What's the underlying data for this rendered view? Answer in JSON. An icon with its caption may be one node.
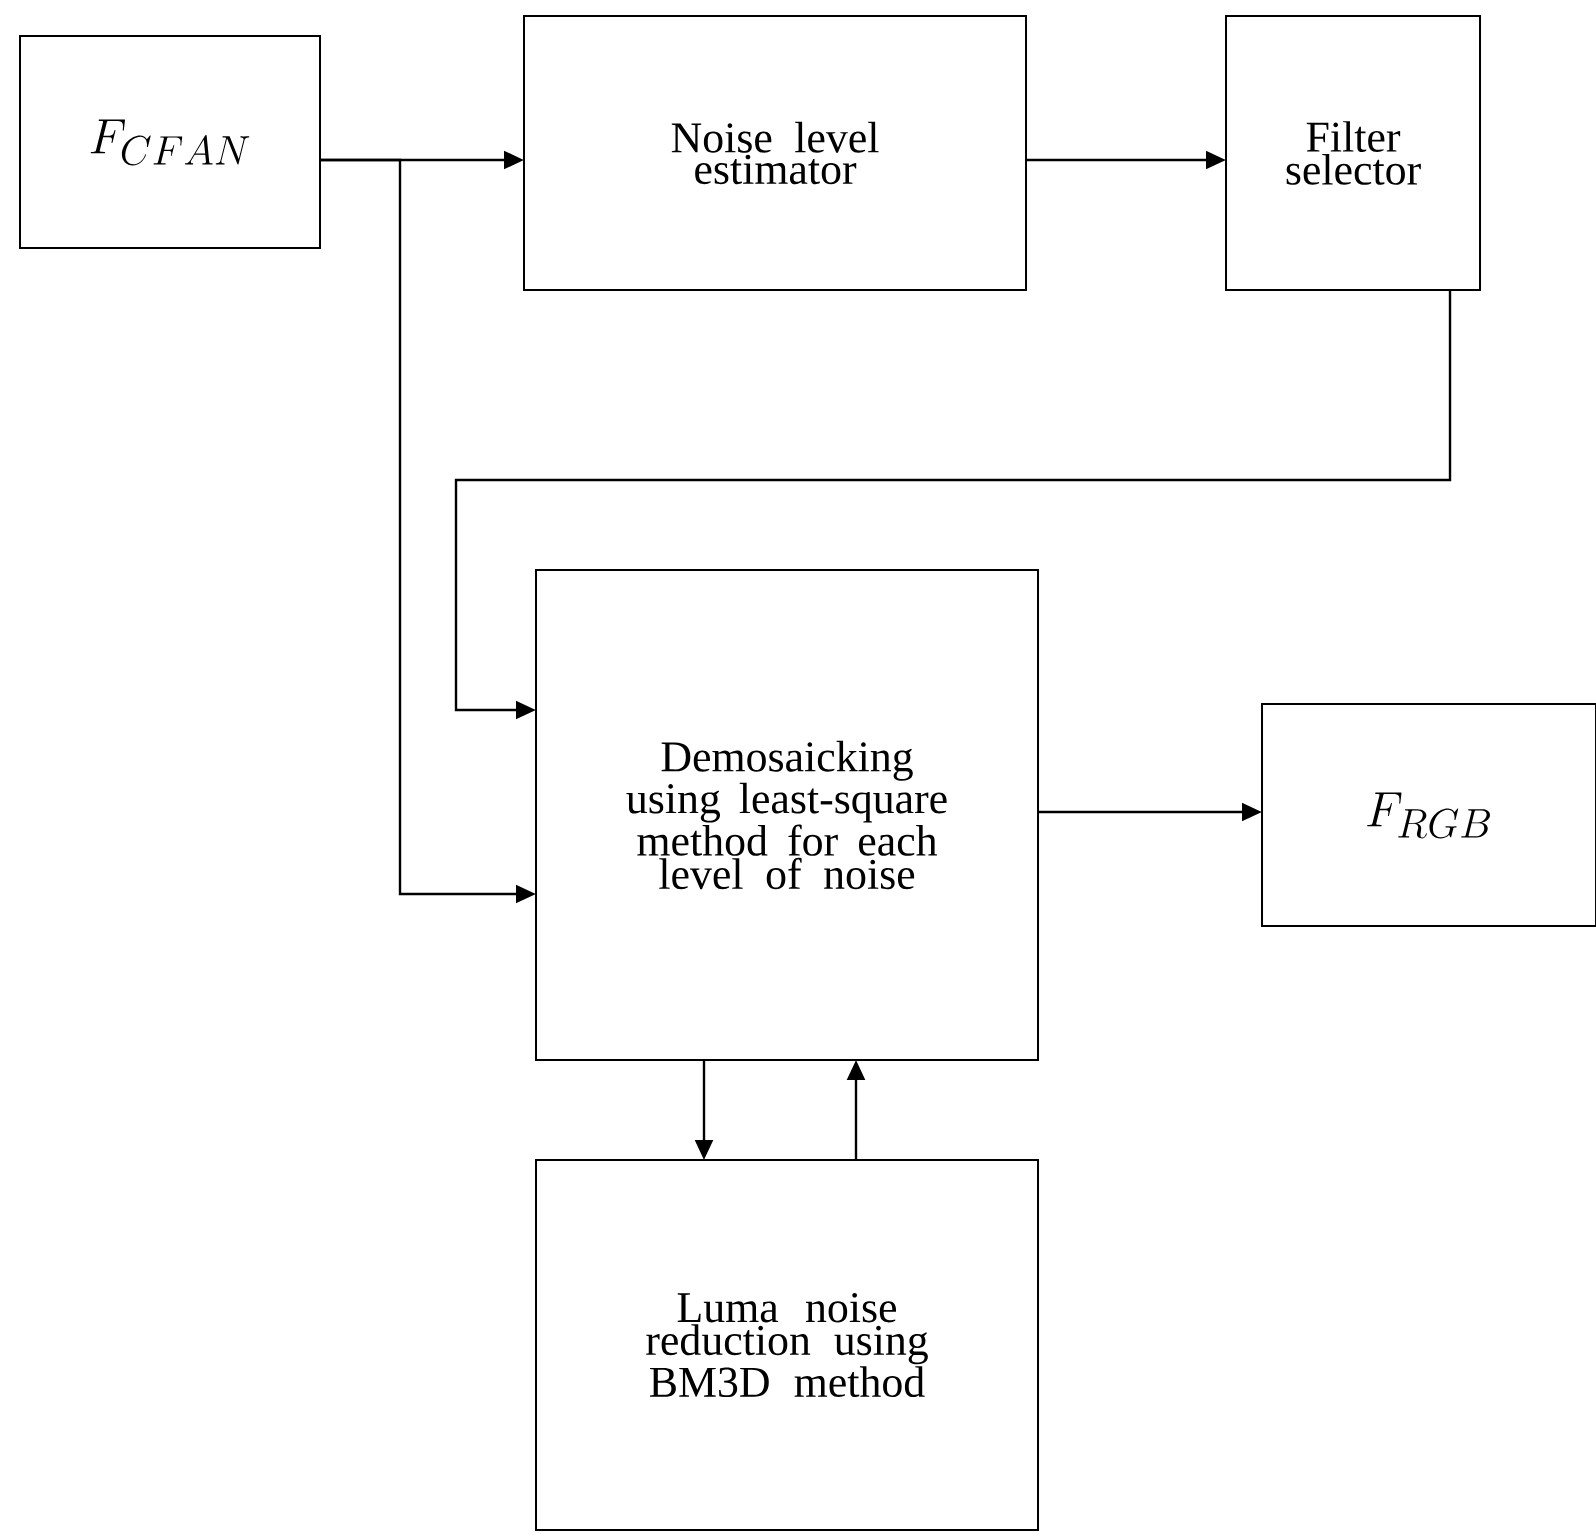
{
  "diagram": {
    "nodes": [
      {
        "text": [
          "F_{CFAN}"
        ]
      },
      {
        "text": [
          "Noise level estimator"
        ]
      },
      {
        "text": [
          "Filter selector"
        ]
      },
      {
        "text": [
          "Demosaicking using least-square method for each level of noise"
        ]
      },
      {
        "text": [
          "F_{RGB}"
        ]
      },
      {
        "text": [
          "Luma noise reduction using BM3D method"
        ]
      }
    ],
    "edges": [
      {
        "from": 0,
        "to": 1,
        "arrow": "to"
      },
      {
        "from": 1,
        "to": 2,
        "arrow": "to"
      },
      {
        "from": 2,
        "to": 3,
        "arrow": "to"
      },
      {
        "from": 0,
        "to": 3,
        "arrow": "to"
      },
      {
        "from": 3,
        "to": 4,
        "arrow": "to"
      },
      {
        "from": 3,
        "to": 5,
        "arrow": "to"
      },
      {
        "from": 5,
        "to": 3,
        "arrow": "to"
      }
    ]
  }
}
